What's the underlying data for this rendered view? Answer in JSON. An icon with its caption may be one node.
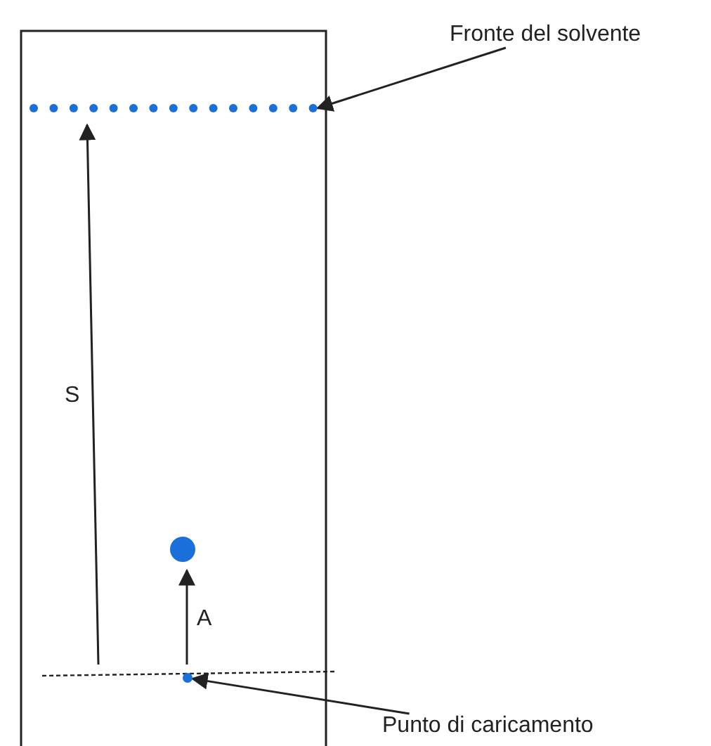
{
  "diagram": {
    "nodes": [
      {
        "text": [
          "Fronte del solvente"
        ]
      },
      {
        "text": [],
        "shape": "line"
      },
      {
        "text": [],
        "shape": "circle"
      },
      {
        "text": [
          "Punto di caricamento"
        ]
      }
    ],
    "edges": [
      {
        "from": 0,
        "to": 1,
        "arrow": "to"
      },
      {
        "from": 3,
        "to": 2,
        "arrow": "to"
      }
    ],
    "labels": [
      "S",
      "A"
    ]
  }
}
